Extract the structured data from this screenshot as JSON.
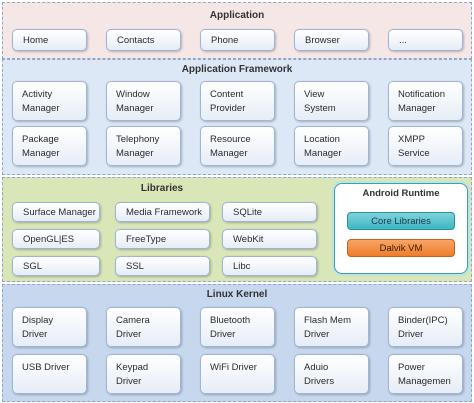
{
  "application": {
    "title": "Application",
    "items": [
      "Home",
      "Contacts",
      "Phone",
      "Browser",
      "..."
    ]
  },
  "framework": {
    "title": "Application Framework",
    "row1": [
      [
        "Activity",
        "Manager"
      ],
      [
        "Window",
        "Manager"
      ],
      [
        "Content",
        "Provider"
      ],
      [
        "View",
        "System"
      ],
      [
        "Notification",
        "Manager"
      ]
    ],
    "row2": [
      [
        "Package",
        "Manager"
      ],
      [
        "Telephony",
        "Manager"
      ],
      [
        "Resource",
        "Manager"
      ],
      [
        "Location",
        "Manager"
      ],
      [
        "XMPP",
        "Service"
      ]
    ]
  },
  "libraries": {
    "title": "Libraries",
    "items": [
      "Surface Manager",
      "Media Framework",
      "SQLite",
      "OpenGL|ES",
      "FreeType",
      "WebKit",
      "SGL",
      "SSL",
      "Libc"
    ]
  },
  "runtime": {
    "title": "Android Runtime",
    "core": "Core Libraries",
    "vm": "Dalvik VM"
  },
  "kernel": {
    "title": "Linux Kernel",
    "row1": [
      [
        "Display",
        "Driver"
      ],
      [
        "Camera",
        "Driver"
      ],
      [
        "Bluetooth",
        "Driver"
      ],
      [
        "Flash Mem",
        "Driver"
      ],
      [
        "Binder(IPC)",
        "Driver"
      ]
    ],
    "row2": [
      [
        "USB Driver"
      ],
      [
        "Keypad",
        "Driver"
      ],
      [
        "WiFi Driver"
      ],
      [
        "Aduio",
        "Drivers"
      ],
      [
        "Power",
        "Managemen"
      ]
    ]
  }
}
